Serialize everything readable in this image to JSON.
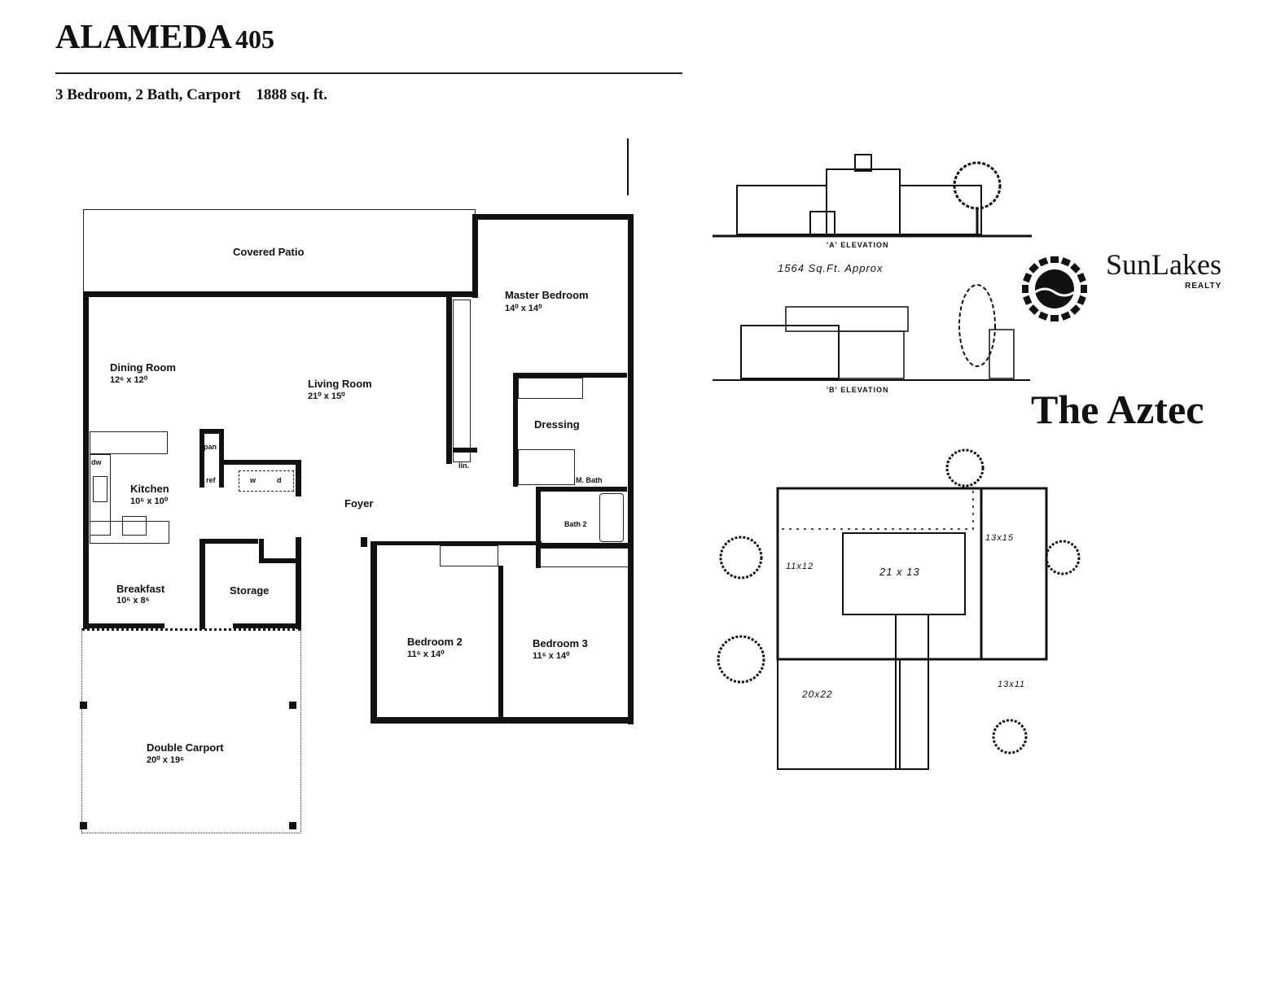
{
  "header": {
    "title": "ALAMEDA",
    "model_number": "405",
    "subtitle": "3 Bedroom, 2 Bath, Carport",
    "area": "1888 sq. ft."
  },
  "floor_plan": {
    "rooms": {
      "covered_patio": {
        "name": "Covered Patio"
      },
      "master_bedroom": {
        "name": "Master Bedroom",
        "size": "14⁰ x 14⁰"
      },
      "dining_room": {
        "name": "Dining Room",
        "size": "12⁶ x 12⁰"
      },
      "living_room": {
        "name": "Living Room",
        "size": "21⁰ x 15⁰"
      },
      "dressing": {
        "name": "Dressing"
      },
      "linen": {
        "name": "lin."
      },
      "master_bath": {
        "name": "M. Bath"
      },
      "bath_2": {
        "name": "Bath 2"
      },
      "kitchen": {
        "name": "Kitchen",
        "size": "10⁶ x 10⁰"
      },
      "foyer": {
        "name": "Foyer"
      },
      "breakfast": {
        "name": "Breakfast",
        "size": "10⁶ x 8⁶"
      },
      "storage": {
        "name": "Storage"
      },
      "bedroom_2": {
        "name": "Bedroom 2",
        "size": "11⁶ x 14⁰"
      },
      "bedroom_3": {
        "name": "Bedroom 3",
        "size": "11⁶ x 14⁰"
      },
      "double_carport": {
        "name": "Double Carport",
        "size": "20⁰ x 19⁶"
      }
    },
    "fixtures": {
      "pantry": "pan",
      "refrigerator": "ref",
      "washer": "w",
      "dryer": "d",
      "dishwasher": "dw"
    }
  },
  "aztec": {
    "elevation_a": "'A' ELEVATION",
    "area_note": "1564 Sq.Ft. Approx",
    "elevation_b": "'B' ELEVATION",
    "brand": "SunLakes",
    "brand_sub": "REALTY",
    "model_name": "The Aztec",
    "plan_sizes": {
      "room_1": "11x12",
      "room_2": "21 x 13",
      "room_3": "13x15",
      "room_4": "13x11",
      "garage": "20x22"
    }
  }
}
